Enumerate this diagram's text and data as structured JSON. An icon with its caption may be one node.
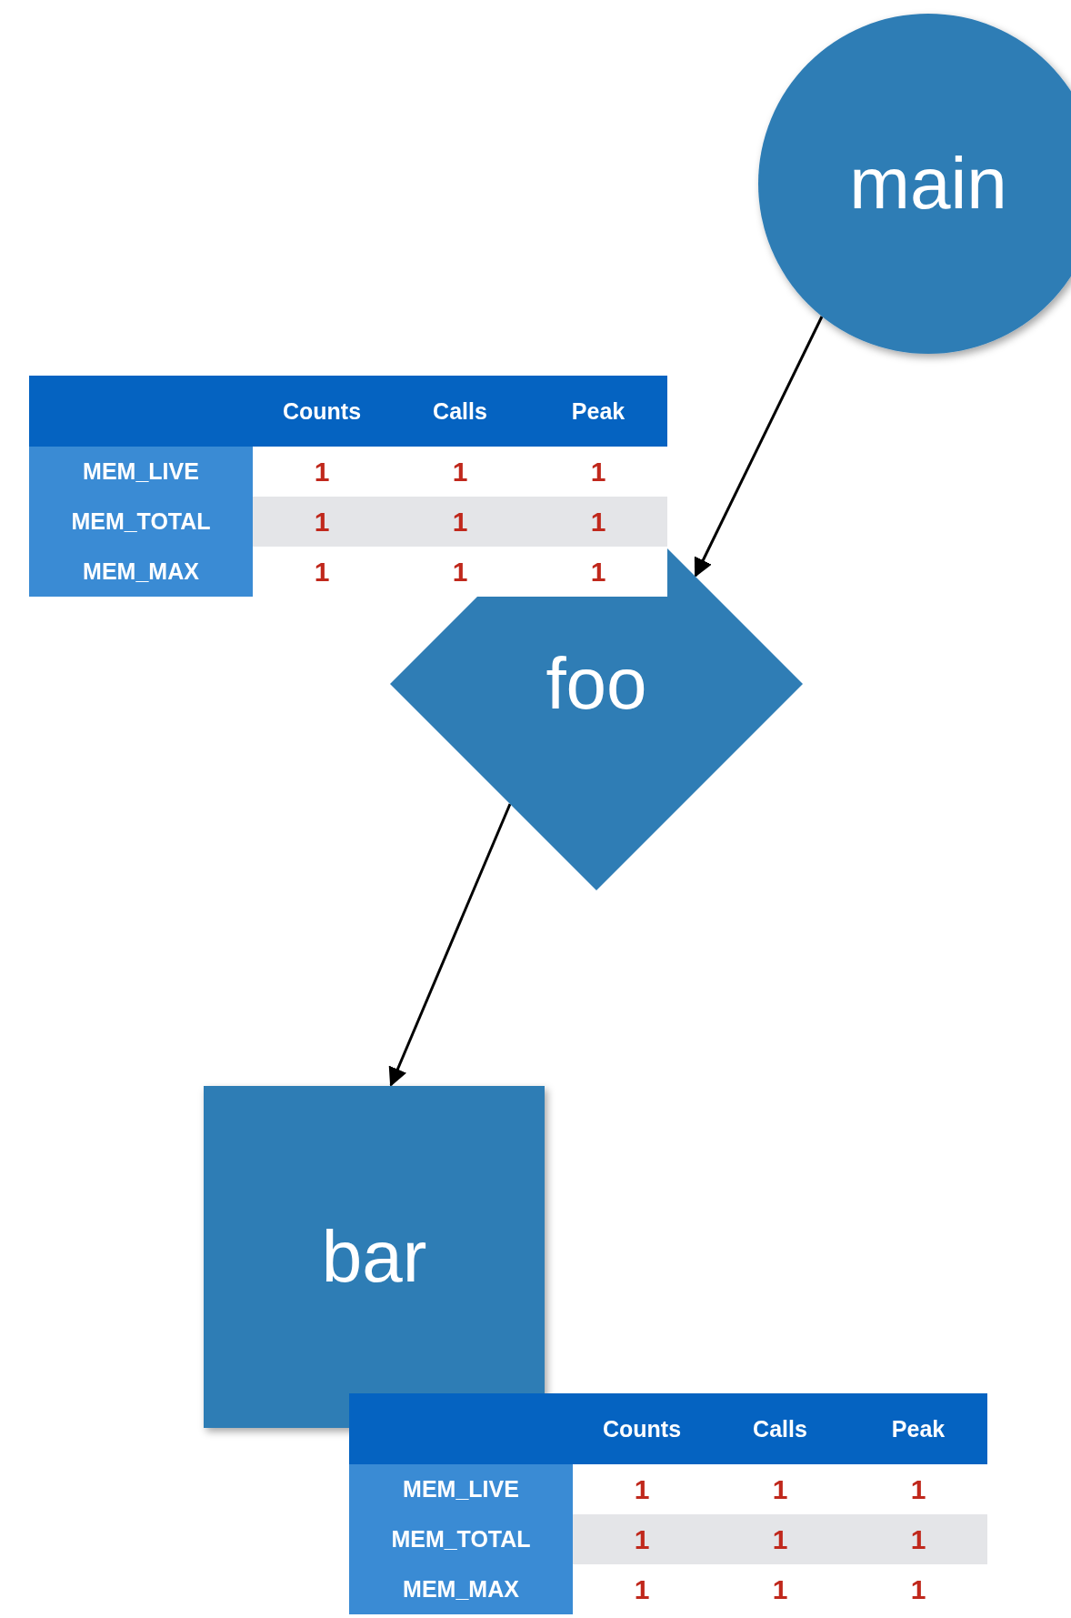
{
  "diagram": {
    "nodes": [
      {
        "text": [
          "main"
        ]
      },
      {
        "text": [
          "foo"
        ]
      },
      {
        "text": [
          "bar"
        ]
      }
    ],
    "edges": [
      {
        "from": 0,
        "to": 1,
        "arrow": "to"
      },
      {
        "from": 1,
        "to": 2,
        "arrow": "to"
      }
    ],
    "labels": [
      "Counts",
      "Calls",
      "Peak",
      "MEM_LIVE",
      "1",
      "1",
      "1",
      "MEM_TOTAL",
      "1",
      "1",
      "1",
      "MEM_MAX",
      "1",
      "1",
      "1",
      "Counts",
      "Calls",
      "Peak",
      "MEM_LIVE",
      "1",
      "1",
      "1",
      "MEM_TOTAL",
      "1",
      "1",
      "1",
      "MEM_MAX",
      "1",
      "1",
      "1"
    ]
  }
}
